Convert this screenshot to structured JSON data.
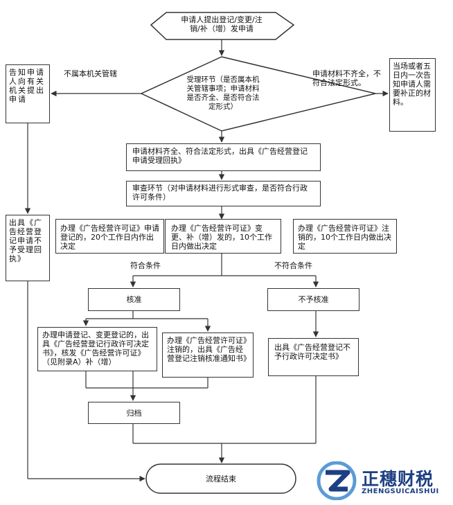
{
  "nodes": {
    "start": "申请人提出登记/变更/注销/补（增）发申请",
    "reception": "受理环节（是否属本机关管辖事项；申请材料是否齐全、是否符合法定形式）",
    "inform_other_agency": "告知申请人向有关机关提出申请",
    "inform_supplement": "当场或者五日内一次告知申请人需要补正的材料。",
    "receipt": "申请材料齐全、符合法定形式，出具《广告经营登记申请受理回执》",
    "not_accepted": "出具《广告经营登记申请不予受理回执》",
    "review": "审查环节（对申请材料进行形式审查，是否符合行政许可条件）",
    "handle_license_20": "办理《广告经营许可证》申请登记的，20个工作日内作出决定",
    "handle_change_10": "办理《广告经营许可证》变更、补（增）发的，10个工作日内做出决定",
    "handle_cancel_10": "办理《广告经营许可证》注销的，10个工作日内做出决定",
    "approve": "核准",
    "reject": "不予核准",
    "approve_registration": "办理申请登记、变更登记的，出具《广告经营登记行政许可决定书》，核发《广告经营许可证》（见附录A）补（增）",
    "approve_cancel": "办理《广告经营许可证》注销的，出具《广告经营登记注销核准通知书》",
    "reject_decision": "出具《广告经营登记不予行政许可决定书》",
    "archive": "归档",
    "end": "流程结束"
  },
  "edge_labels": {
    "not_jurisdiction": "不属本机关管辖",
    "incomplete": "申请材料不齐全，不符合法定形式。",
    "qualified": "符合条件",
    "unqualified": "不符合条件"
  },
  "logo": {
    "name_cn": "正穗财税",
    "name_en": "ZHENGSUICAISHUI",
    "color": "#1d3f83"
  }
}
